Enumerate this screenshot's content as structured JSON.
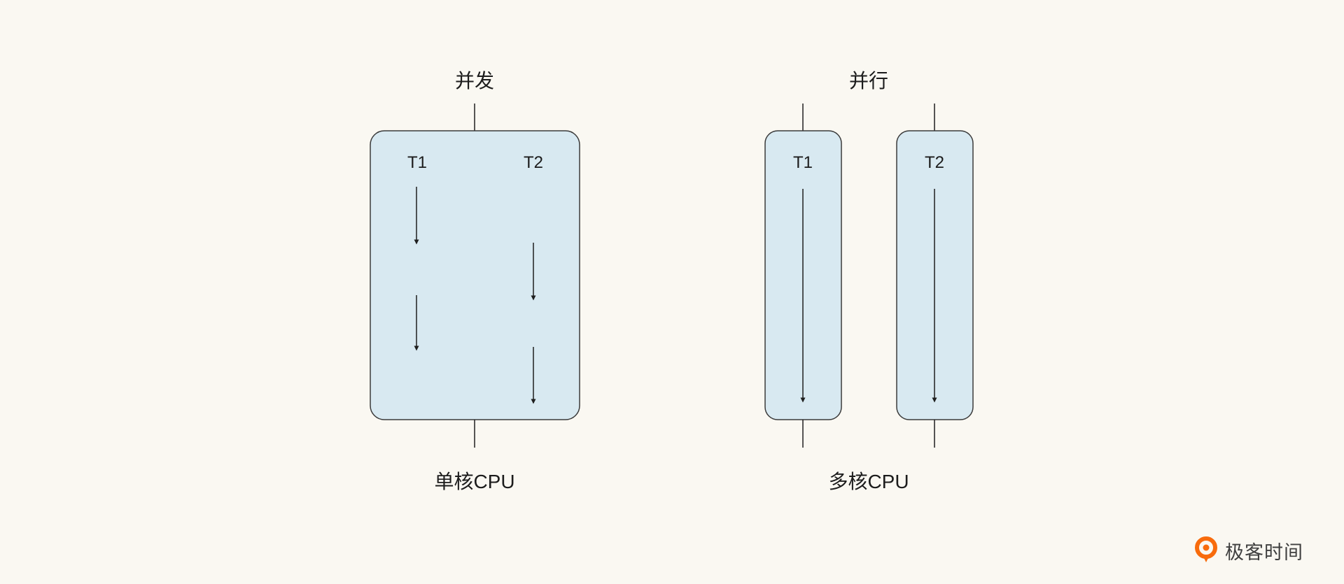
{
  "page": {
    "background": "#faf8f2"
  },
  "diagram": {
    "concurrency": {
      "title": "并发",
      "cpu_label": "单核CPU",
      "thread1": "T1",
      "thread2": "T2"
    },
    "parallelism": {
      "title": "并行",
      "cpu_label": "多核CPU",
      "thread1": "T1",
      "thread2": "T2"
    }
  },
  "colors": {
    "box_fill": "#d8e9f1",
    "box_border": "#3a3a3a",
    "line": "#1f1f1f",
    "logo_accent": "#f86b0c"
  },
  "logo": {
    "text": "极客时间"
  }
}
